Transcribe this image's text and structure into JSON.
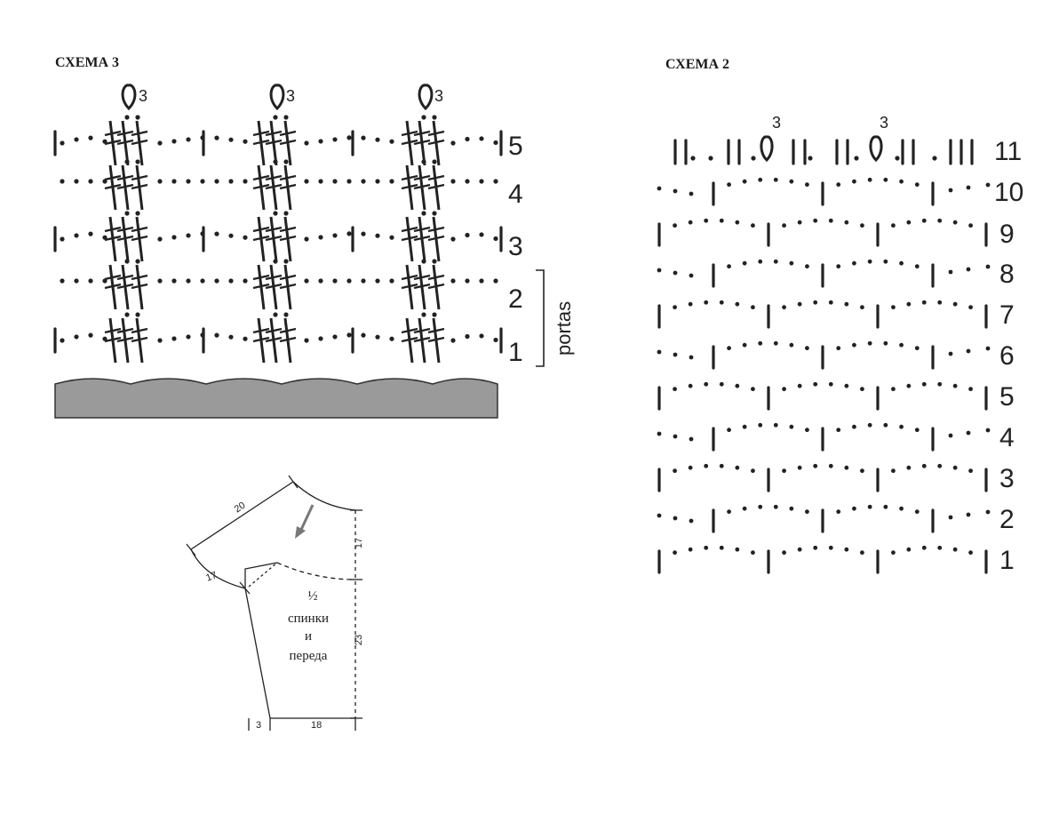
{
  "schema3": {
    "title": "СХЕМА 3",
    "rows": [
      "5",
      "4",
      "3",
      "2",
      "1"
    ],
    "chain_count": "3",
    "bracket_label": "portas"
  },
  "schema2": {
    "title": "СХЕМА 2",
    "rows": [
      "11",
      "10",
      "9",
      "8",
      "7",
      "6",
      "5",
      "4",
      "3",
      "2",
      "1"
    ],
    "chain_count": "3"
  },
  "pattern_piece": {
    "label_fraction": "½",
    "label_line1": "спинки",
    "label_line2": "и",
    "label_line3": "переда",
    "dimensions": {
      "shoulder": "20",
      "armhole_side": "17",
      "right_top": "17",
      "right_height": "23",
      "bottom_small": "3",
      "bottom_width": "18"
    }
  }
}
